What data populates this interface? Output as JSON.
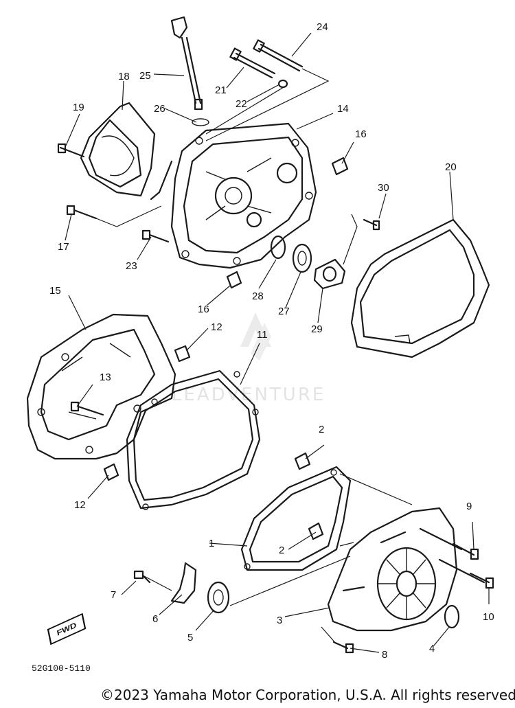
{
  "diagram": {
    "callouts": [
      "1",
      "2",
      "2",
      "3",
      "4",
      "5",
      "6",
      "7",
      "8",
      "9",
      "10",
      "11",
      "12",
      "12",
      "13",
      "14",
      "15",
      "16",
      "16",
      "17",
      "18",
      "19",
      "20",
      "21",
      "22",
      "23",
      "24",
      "25",
      "26",
      "27",
      "28",
      "29",
      "30"
    ],
    "watermark": "LEADVENTURE",
    "direction_label": "FWD",
    "drawing_code": "52G100-5110",
    "copyright": "©2023 Yamaha Motor Corporation, U.S.A. All rights reserved."
  }
}
